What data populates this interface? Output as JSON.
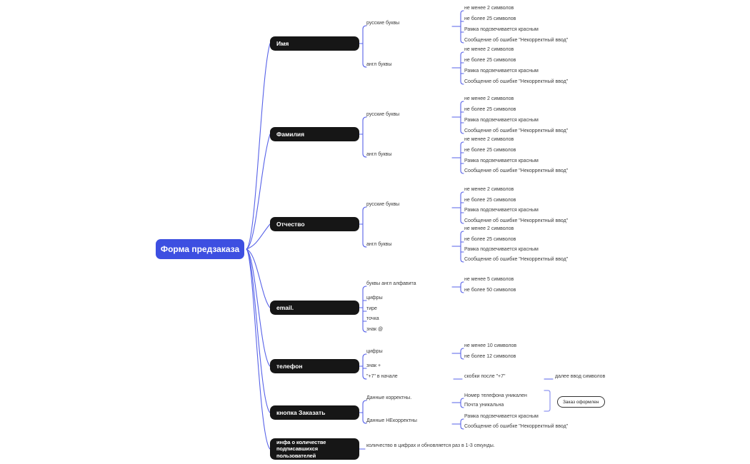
{
  "colors": {
    "accent_blue": "#3D4FE1",
    "line_blue": "#5661E8",
    "topic_black": "#161616",
    "summary_purple": "#9096F0"
  },
  "root": {
    "label": "Форма предзаказа"
  },
  "branches": [
    {
      "label": "Имя",
      "children": [
        {
          "label": "русские буквы",
          "leaves": [
            "не менее 2 символов",
            "не более 25 символов",
            "Рамка подсвечивается красным",
            "Сообщение об ошибке \"Некорректный ввод\""
          ]
        },
        {
          "label": "англ буквы",
          "leaves": [
            "не менее 2 символов",
            "не более 25 символов",
            "Рамка подсвечивается красным",
            "Сообщение об ошибке \"Некорректный ввод\""
          ]
        }
      ]
    },
    {
      "label": "Фамилия",
      "children": [
        {
          "label": "русские буквы",
          "leaves": [
            "не менее 2 символов",
            "не более 25 символов",
            "Рамка подсвечивается красным",
            "Сообщение об ошибке \"Некорректный ввод\""
          ]
        },
        {
          "label": "англ буквы",
          "leaves": [
            "не менее 2 символов",
            "не более 25 символов",
            "Рамка подсвечивается красным",
            "Сообщение об ошибке \"Некорректный ввод\""
          ]
        }
      ]
    },
    {
      "label": "Отчество",
      "children": [
        {
          "label": "русские буквы",
          "leaves": [
            "не менее 2 символов",
            "не более 25 символов",
            "Рамка подсвечивается красным",
            "Сообщение об ошибке \"Некорректный ввод\""
          ]
        },
        {
          "label": "англ буквы",
          "leaves": [
            "не менее 2 символов",
            "не более 25 символов",
            "Рамка подсвечивается красным",
            "Сообщение об ошибке \"Некорректный ввод\""
          ]
        }
      ]
    },
    {
      "label": "email.",
      "children": [
        {
          "label": "буквы англ алфавита",
          "leaves": [
            "не менее 5 символов",
            "не более 50 символов"
          ]
        },
        {
          "label": "цифры"
        },
        {
          "label": "тире"
        },
        {
          "label": "точка"
        },
        {
          "label": "знак @"
        }
      ]
    },
    {
      "label": "телефон",
      "children": [
        {
          "label": "цифры",
          "leaves": [
            "не менее 10 символов",
            "не более 12 символов"
          ]
        },
        {
          "label": "знак +"
        },
        {
          "label": "\"+7\" в начале",
          "leaves": [
            "скобки после \"+7\""
          ],
          "continuation": "далее ввод символов"
        }
      ]
    },
    {
      "label": "кнопка Заказать",
      "children": [
        {
          "label": "Данные корректны.",
          "leaves": [
            "Номер телефона уникален",
            "Почта уникальна"
          ],
          "summary": "Заказ оформлен"
        },
        {
          "label": "Данные НЕкорректны",
          "leaves": [
            "Рамка подсвечивается красным",
            "Сообщение об ошибке \"Некорректный ввод\""
          ]
        }
      ]
    },
    {
      "label": "инфа о количестве подписавшихся пользователей",
      "children": [
        {
          "label": "количество в цифрах и обновляется раз в 1-3 секунды."
        }
      ]
    }
  ]
}
